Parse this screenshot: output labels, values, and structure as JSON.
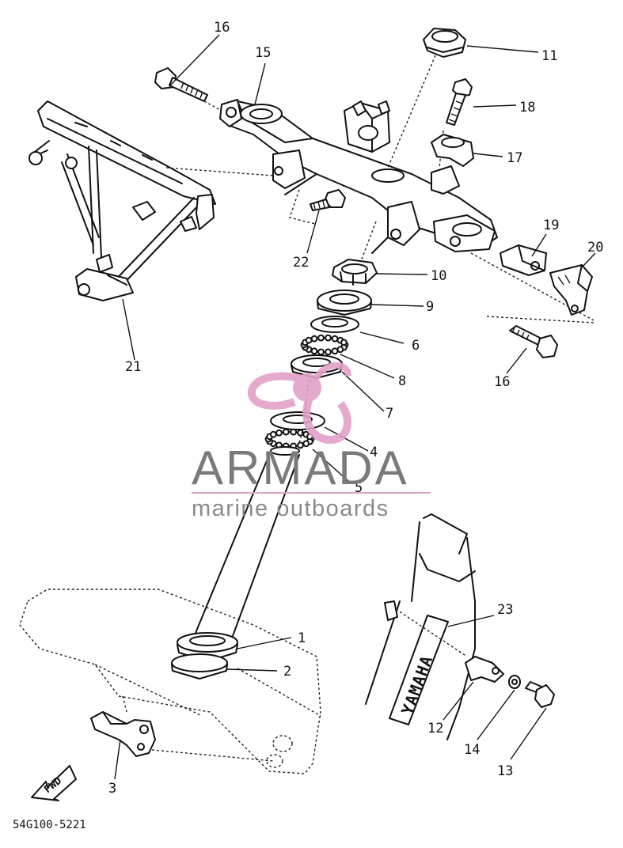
{
  "diagram": {
    "callouts": [
      "1",
      "2",
      "3",
      "4",
      "5",
      "6",
      "7",
      "8",
      "9",
      "10",
      "11",
      "12",
      "13",
      "14",
      "15",
      "16",
      "16",
      "17",
      "18",
      "19",
      "20",
      "21",
      "22",
      "23"
    ],
    "fwd_label": "FWD",
    "brand_text": "YAMAHA",
    "drawing_code": "54G100-5221"
  },
  "watermark": {
    "title": "ARMADA",
    "subtitle": "marine outboards",
    "logo_color": "#e3a0c8"
  }
}
